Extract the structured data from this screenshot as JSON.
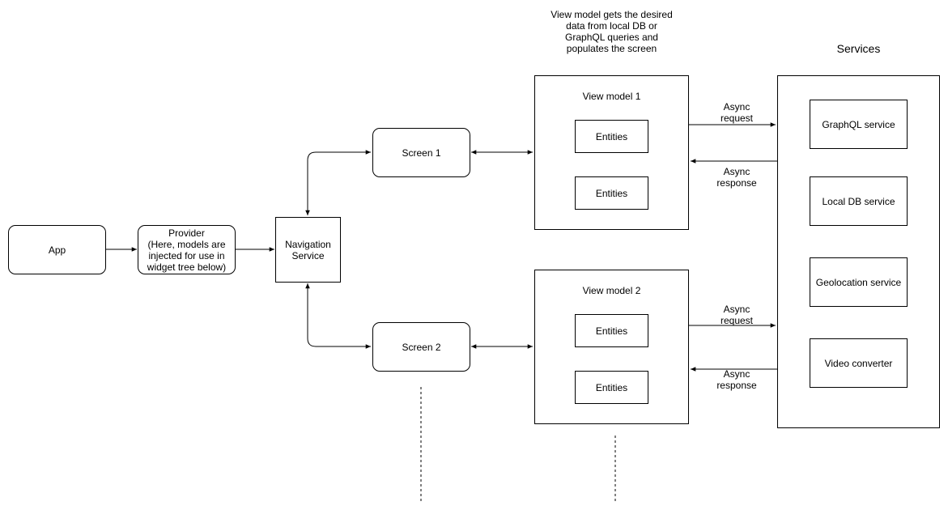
{
  "nodes": {
    "app": "App",
    "provider": "Provider\n(Here, models are\ninjected for use in\nwidget tree below)",
    "navigation": "Navigation\nService",
    "screen1": "Screen 1",
    "screen2": "Screen 2",
    "view_model_1": {
      "title": "View model 1",
      "entities": [
        "Entities",
        "Entities"
      ]
    },
    "view_model_2": {
      "title": "View model 2",
      "entities": [
        "Entities",
        "Entities"
      ]
    }
  },
  "services": {
    "title": "Services",
    "items": [
      "GraphQL service",
      "Local DB service",
      "Geolocation service",
      "Video converter"
    ]
  },
  "annotations": {
    "view_model_note": "View model gets the desired\ndata from local DB or\nGraphQL queries and\npopulates the screen",
    "async_request": "Async\nrequest",
    "async_response": "Async\nresponse"
  }
}
